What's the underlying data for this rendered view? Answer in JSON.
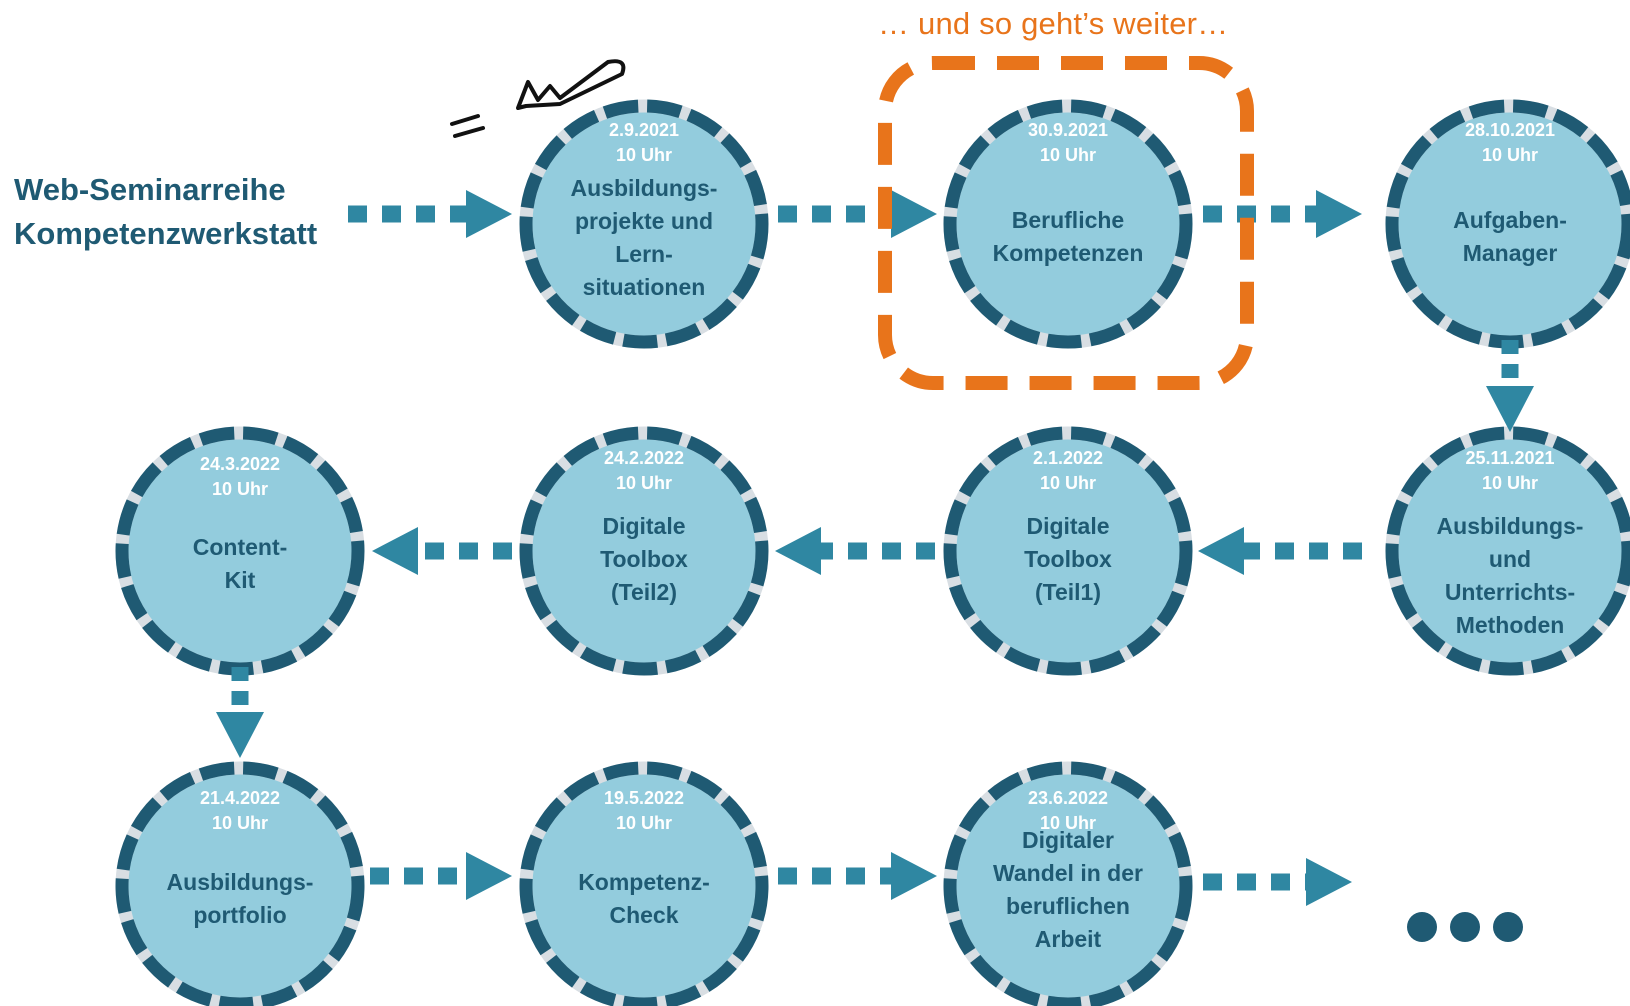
{
  "series": {
    "title_lines": [
      "Web-Seminarreihe",
      "Kompetenzwerkstatt"
    ]
  },
  "callout": {
    "label": "… und so geht’s weiter…",
    "color": "#e8741b"
  },
  "colors": {
    "circle_fill": "#93ccdd",
    "circle_stroke": "#1f5a73",
    "arrow": "#2f87a2",
    "title_text": "#1f5a73",
    "date_text": "#ffffff"
  },
  "icons": [
    "airplane-icon",
    "ellipsis-icon"
  ],
  "sessions": [
    {
      "date": "2.9.2021",
      "time": "10 Uhr",
      "title": [
        "Ausbildungs-",
        "projekte und",
        "Lern-",
        "situationen"
      ]
    },
    {
      "date": "30.9.2021",
      "time": "10 Uhr",
      "title": [
        "Berufliche",
        "Kompetenzen"
      ]
    },
    {
      "date": "28.10.2021",
      "time": "10 Uhr",
      "title": [
        "Aufgaben-",
        "Manager"
      ]
    },
    {
      "date": "25.11.2021",
      "time": "10 Uhr",
      "title": [
        "Ausbildungs-",
        "und",
        "Unterrichts-",
        "Methoden"
      ]
    },
    {
      "date": "2.1.2022",
      "time": "10 Uhr",
      "title": [
        "Digitale",
        "Toolbox",
        "(Teil1)"
      ]
    },
    {
      "date": "24.2.2022",
      "time": "10 Uhr",
      "title": [
        "Digitale",
        "Toolbox",
        "(Teil2)"
      ]
    },
    {
      "date": "24.3.2022",
      "time": "10 Uhr",
      "title": [
        "Content-",
        "Kit"
      ]
    },
    {
      "date": "21.4.2022",
      "time": "10 Uhr",
      "title": [
        "Ausbildungs-",
        "portfolio"
      ]
    },
    {
      "date": "19.5.2022",
      "time": "10 Uhr",
      "title": [
        "Kompetenz-",
        "Check"
      ]
    },
    {
      "date": "23.6.2022",
      "time": "10 Uhr",
      "title": [
        "Digitaler",
        "Wandel in der",
        "beruflichen",
        "Arbeit"
      ]
    }
  ]
}
